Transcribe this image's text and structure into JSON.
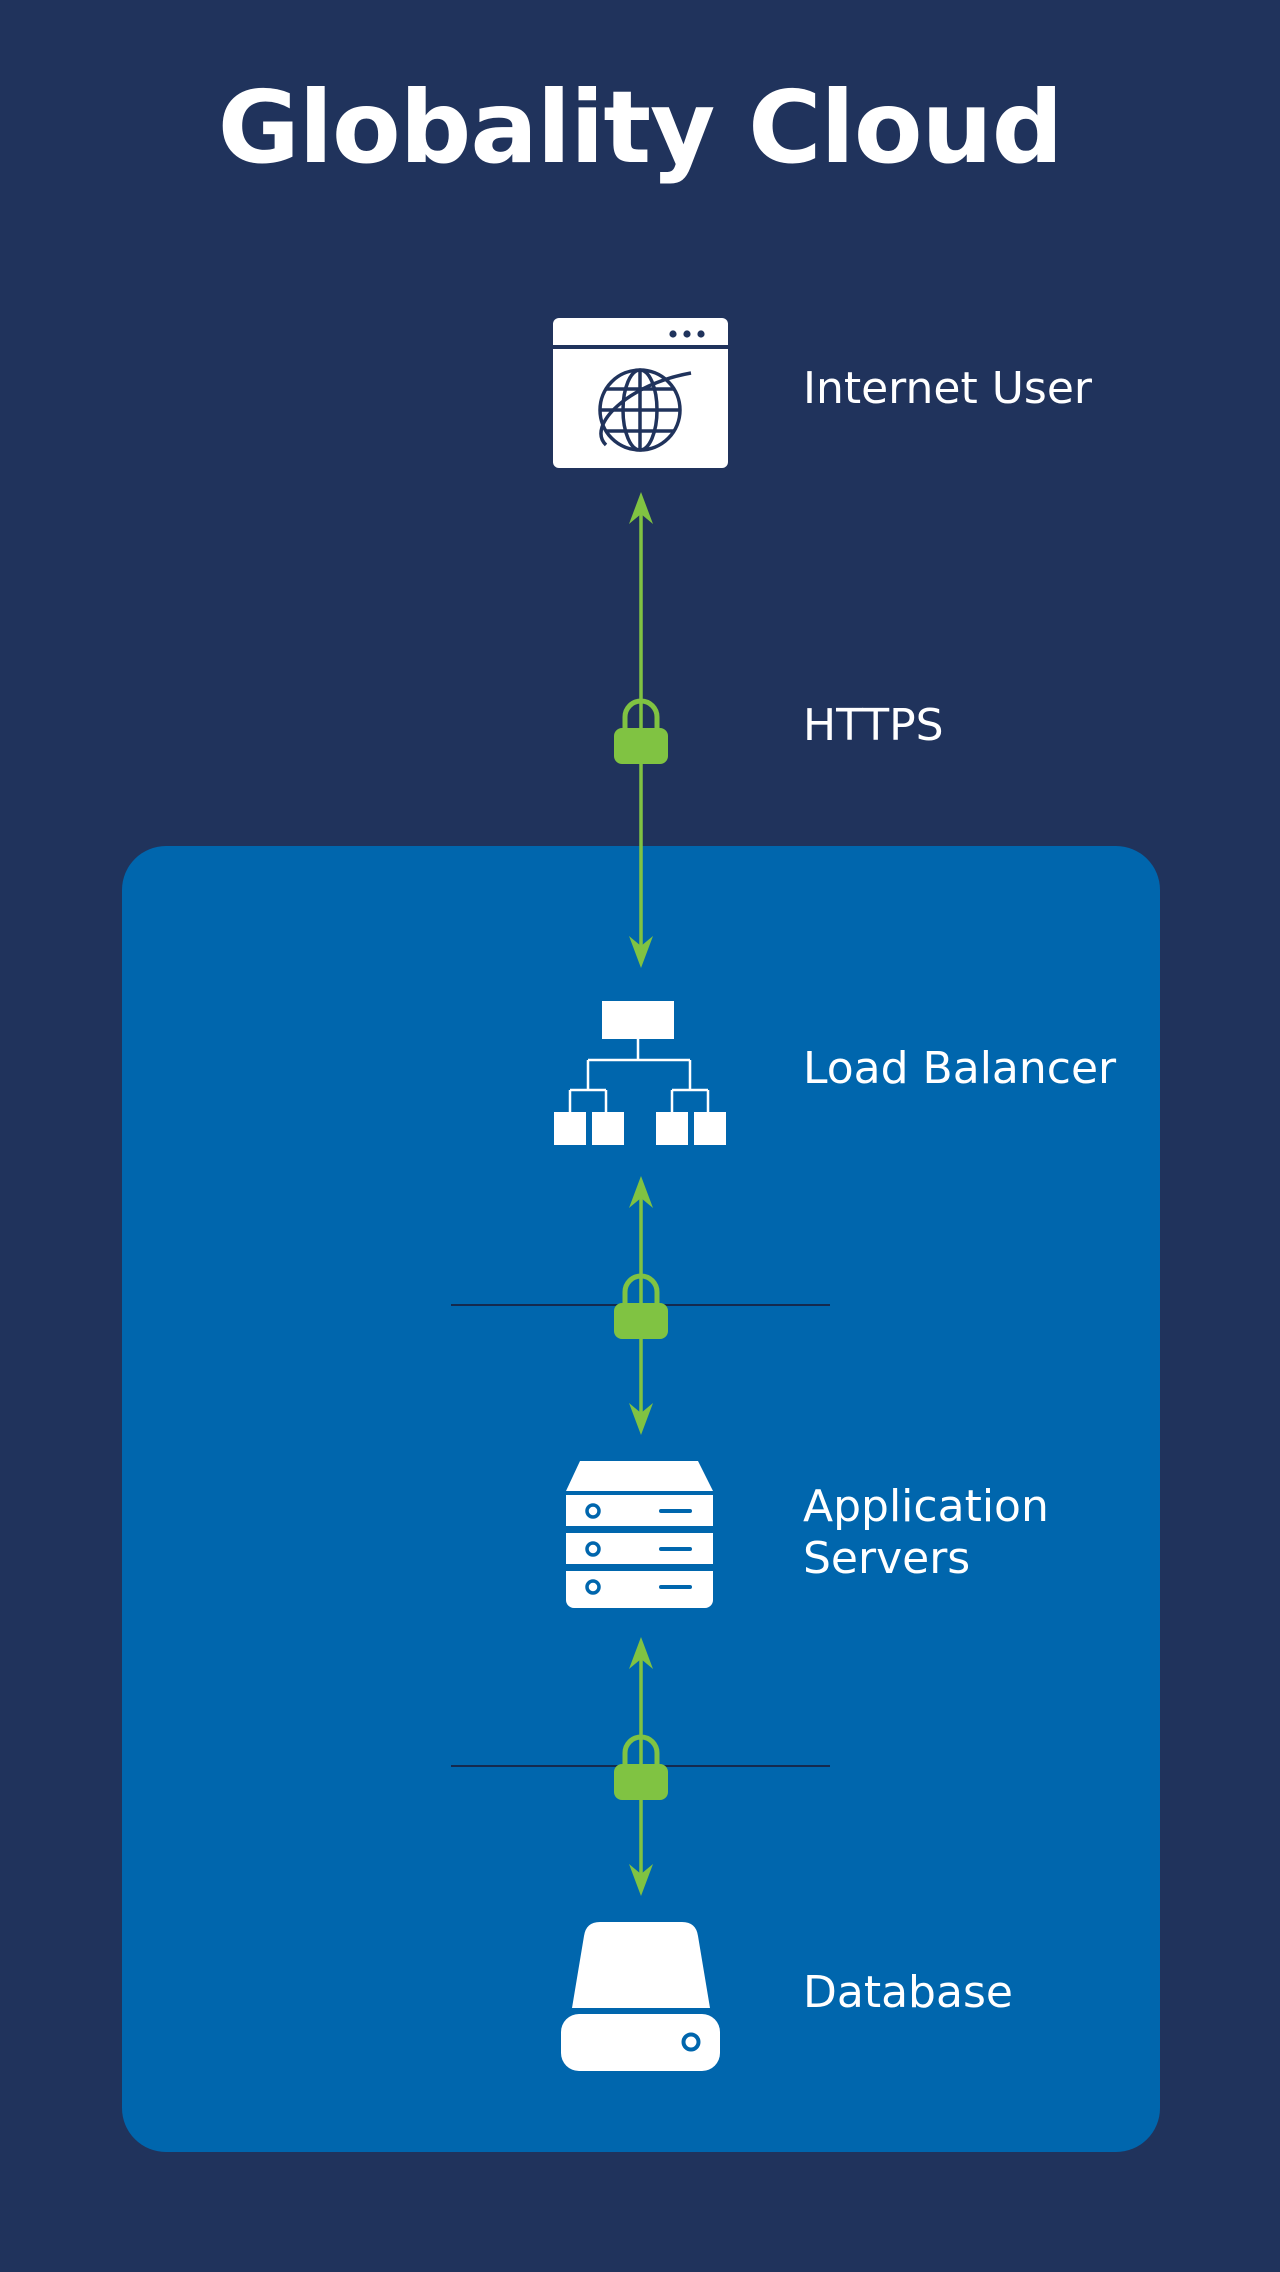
{
  "title": "Globality Cloud",
  "colors": {
    "background": "#20335c",
    "cloud_box": "#0066ad",
    "connector": "#80c342",
    "icon": "#ffffff",
    "separator": "#142a4f"
  },
  "nodes": [
    {
      "label": "Internet User",
      "icon": "browser-globe-icon"
    },
    {
      "label": "Load Balancer",
      "icon": "load-balancer-icon"
    },
    {
      "label": [
        "Application",
        "Servers"
      ],
      "icon": "server-rack-icon"
    },
    {
      "label": "Database",
      "icon": "database-drive-icon"
    }
  ],
  "connections": [
    {
      "from": "Internet User",
      "to": "Load Balancer",
      "label": "HTTPS",
      "icon": "lock-icon",
      "bidirectional": true
    },
    {
      "from": "Load Balancer",
      "to": "Application Servers",
      "icon": "lock-icon",
      "bidirectional": true
    },
    {
      "from": "Application Servers",
      "to": "Database",
      "icon": "lock-icon",
      "bidirectional": true
    }
  ]
}
